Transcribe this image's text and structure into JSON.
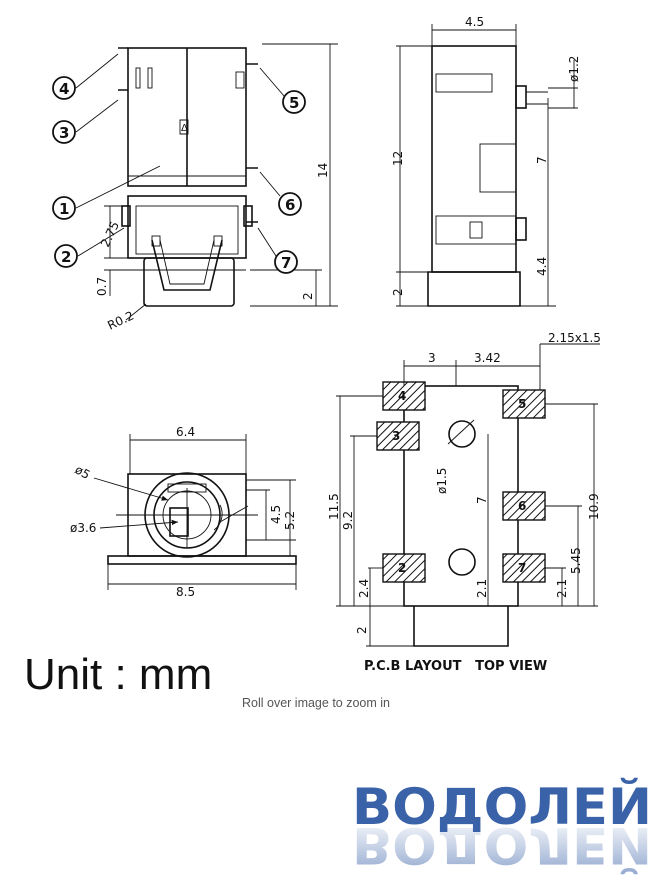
{
  "callouts": [
    "1",
    "2",
    "3",
    "4",
    "5",
    "6",
    "7"
  ],
  "front_view": {
    "dimensions": [
      "14",
      "2.75",
      "0.7",
      "2",
      "R0.2"
    ]
  },
  "side_view": {
    "dimensions": [
      "4.5",
      "ø1.2",
      "12",
      "7",
      "4.4",
      "2"
    ]
  },
  "bottom_view": {
    "dimensions": [
      "6.4",
      "ø5",
      "ø3.6",
      "4.5",
      "5.2",
      "8.5"
    ]
  },
  "pcb_layout": {
    "dimensions": [
      "3",
      "3.42",
      "2.15x1.5",
      "11.5",
      "9.2",
      "ø1.5",
      "7",
      "10.9",
      "5.45",
      "2.1",
      "2.4",
      "2.1",
      "2"
    ],
    "pads": [
      "4",
      "5",
      "3",
      "6",
      "2",
      "7"
    ],
    "title": "P.C.B LAYOUT   TOP VIEW"
  },
  "unit_label": "Unit : mm",
  "zoom_hint": "Roll over image to zoom in",
  "logo": {
    "text": "ВОДОЛЕЙ",
    "color": "#3a62a8"
  }
}
